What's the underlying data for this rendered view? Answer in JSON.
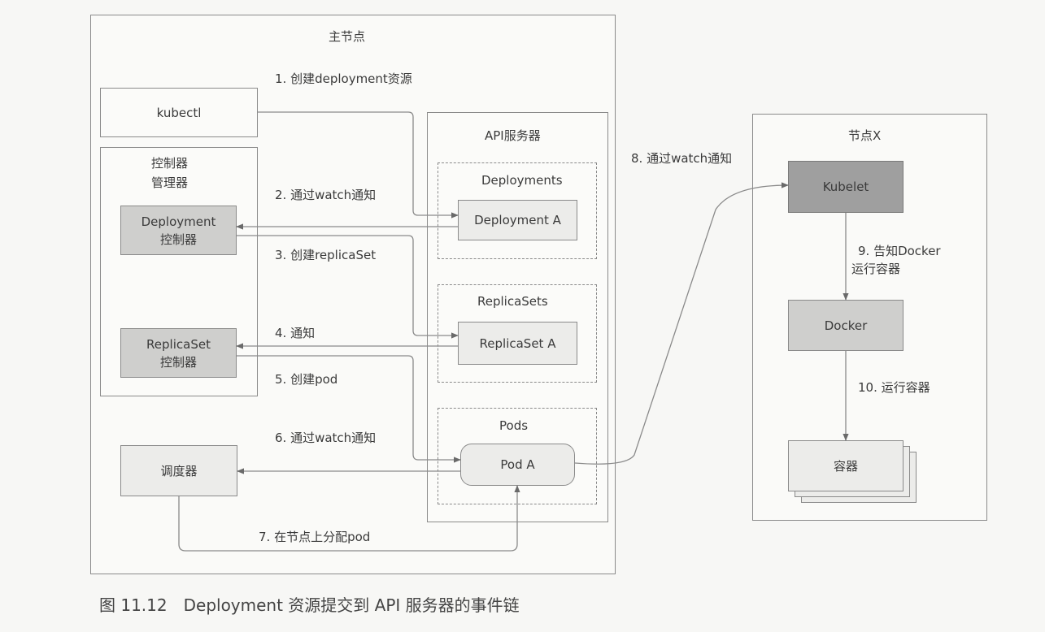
{
  "master": {
    "title": "主节点"
  },
  "kubectl": {
    "label": "kubectl"
  },
  "controller_manager": {
    "title_line1": "控制器",
    "title_line2": "管理器",
    "deployment_controller_line1": "Deployment",
    "deployment_controller_line2": "控制器",
    "replicaset_controller_line1": "ReplicaSet",
    "replicaset_controller_line2": "控制器"
  },
  "scheduler": {
    "label": "调度器"
  },
  "api_server": {
    "title": "API服务器",
    "deployments": {
      "title": "Deployments",
      "item": "Deployment A"
    },
    "replicasets": {
      "title": "ReplicaSets",
      "item": "ReplicaSet A"
    },
    "pods": {
      "title": "Pods",
      "item": "Pod A"
    }
  },
  "node": {
    "title": "节点X",
    "kubelet": "Kubelet",
    "docker": "Docker",
    "containers": "容器"
  },
  "steps": {
    "s1": "1. 创建deployment资源",
    "s2": "2. 通过watch通知",
    "s3": "3. 创建replicaSet",
    "s4": "4. 通知",
    "s5": "5. 创建pod",
    "s6": "6. 通过watch通知",
    "s7": "7. 在节点上分配pod",
    "s8": "8. 通过watch通知",
    "s9_line1": "9. 告知Docker",
    "s9_line2": "运行容器",
    "s10": "10. 运行容器"
  },
  "caption": "图 11.12　Deployment 资源提交到 API 服务器的事件链"
}
